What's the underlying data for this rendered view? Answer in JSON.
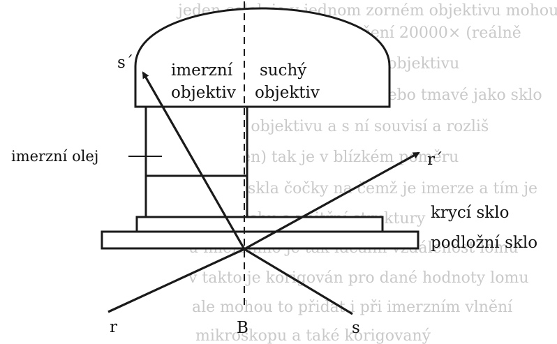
{
  "background_text": [
    "jeden celek je v jednom zorném objektivu mohou",
    "Imerzní = objektiv - zvětšení 20000× (reálně",
    "imerzní objektiv je v tomto objektivu",
    "které má přibližně stejné nebo tmavé jako sklo",
    "apertura objektivu a s ní souvisí a rozliš",
    "(oprávněn) tak je v blízkém poměru",
    "krycího skla čočky na čemž je imerze a tím je",
    "dle povrchu a vnitřní struktury",
    "u imerzního je tak ideální vzdálenost lomu",
    "v takto je korigován pro dané hodnoty lomu",
    "ale mohou to přidat i při imerzním vlnění",
    "mikroskopu a také korigovaný"
  ],
  "labels": {
    "immersion_objective_line1": "imerzní",
    "immersion_objective_line2": "objektiv",
    "dry_objective_line1": "suchý",
    "dry_objective_line2": "objektiv",
    "immersion_oil": "imerzní olej",
    "cover_glass": "krycí sklo",
    "slide_glass": "podložní sklo",
    "ray_s_prime": "s´",
    "ray_r_prime": "r´",
    "ray_r": "r",
    "ray_s": "s",
    "axis_b": "B"
  },
  "colors": {
    "ink": "#1a1a1a",
    "paper": "#ffffff",
    "show_through": "#c9c9c9"
  }
}
